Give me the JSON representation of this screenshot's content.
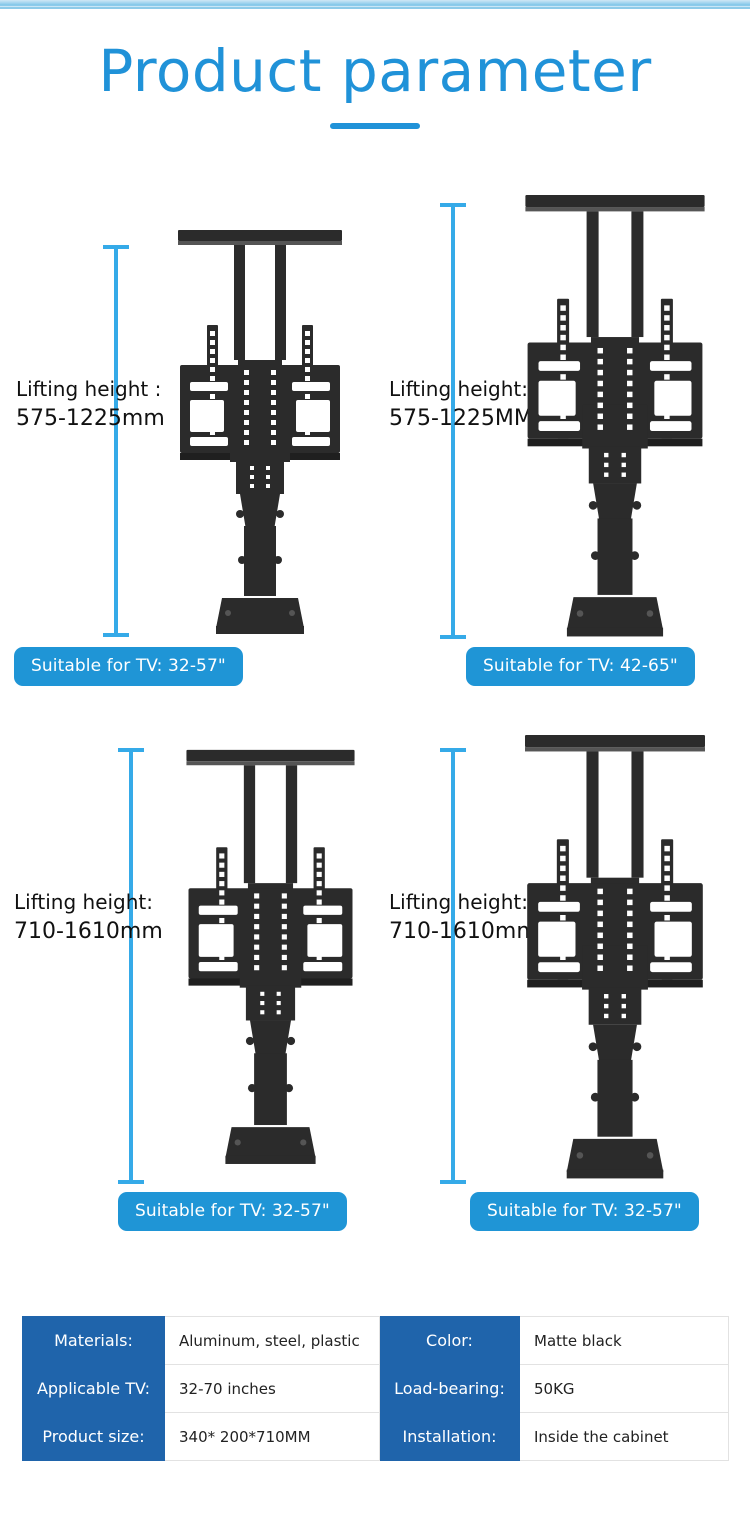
{
  "header": {
    "title": "Product parameter",
    "accent_color": "#2092d8"
  },
  "colors": {
    "title_blue": "#2092d8",
    "badge_blue": "#1f95d6",
    "table_header_blue": "#1f64ab",
    "dimension_line_blue": "#35aae8",
    "product_black": "#2b2b2b"
  },
  "panels": [
    {
      "dimension_label": "Lifting height :",
      "dimension_value": "575-1225mm",
      "badge": "Suitable for TV: 32-57\""
    },
    {
      "dimension_label": "Lifting height:",
      "dimension_value": "575-1225MM",
      "badge": "Suitable for TV: 42-65\""
    },
    {
      "dimension_label": "Lifting height:",
      "dimension_value": "710-1610mm",
      "badge": "Suitable for TV: 32-57\""
    },
    {
      "dimension_label": "Lifting height:",
      "dimension_value": "710-1610mm",
      "badge": "Suitable for TV: 32-57\""
    }
  ],
  "spec_table": {
    "rows": [
      {
        "key1": "Materials:",
        "value1": "Aluminum, steel, plastic",
        "key2": "Color:",
        "value2": "Matte black"
      },
      {
        "key1": "Applicable TV:",
        "value1": "32-70 inches",
        "key2": "Load-bearing:",
        "value2": "50KG"
      },
      {
        "key1": "Product size:",
        "value1": "340* 200*710MM",
        "key2": "Installation:",
        "value2": "Inside the cabinet"
      }
    ]
  }
}
